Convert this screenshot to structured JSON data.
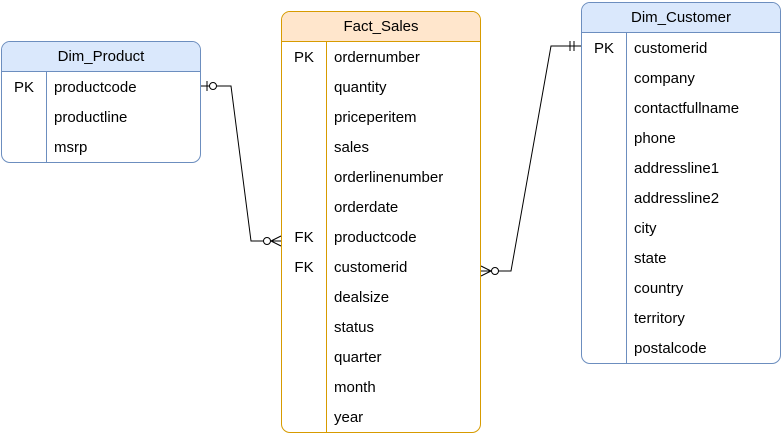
{
  "dim_product": {
    "title": "Dim_Product",
    "rows": [
      {
        "key": "PK",
        "field": "productcode"
      },
      {
        "key": "",
        "field": "productline"
      },
      {
        "key": "",
        "field": "msrp"
      }
    ]
  },
  "fact_sales": {
    "title": "Fact_Sales",
    "rows": [
      {
        "key": "PK",
        "field": "ordernumber"
      },
      {
        "key": "",
        "field": "quantity"
      },
      {
        "key": "",
        "field": "priceperitem"
      },
      {
        "key": "",
        "field": "sales"
      },
      {
        "key": "",
        "field": "orderlinenumber"
      },
      {
        "key": "",
        "field": "orderdate"
      },
      {
        "key": "FK",
        "field": "productcode"
      },
      {
        "key": "FK",
        "field": "customerid"
      },
      {
        "key": "",
        "field": "dealsize"
      },
      {
        "key": "",
        "field": "status"
      },
      {
        "key": "",
        "field": "quarter"
      },
      {
        "key": "",
        "field": "month"
      },
      {
        "key": "",
        "field": "year"
      }
    ]
  },
  "dim_customer": {
    "title": "Dim_Customer",
    "rows": [
      {
        "key": "PK",
        "field": "customerid"
      },
      {
        "key": "",
        "field": "company"
      },
      {
        "key": "",
        "field": "contactfullname"
      },
      {
        "key": "",
        "field": "phone"
      },
      {
        "key": "",
        "field": "addressline1"
      },
      {
        "key": "",
        "field": "addressline2"
      },
      {
        "key": "",
        "field": "city"
      },
      {
        "key": "",
        "field": "state"
      },
      {
        "key": "",
        "field": "country"
      },
      {
        "key": "",
        "field": "territory"
      },
      {
        "key": "",
        "field": "postalcode"
      }
    ]
  },
  "relationships": [
    {
      "from": "Dim_Product.productcode",
      "to": "Fact_Sales.productcode",
      "from_cardinality": "zero-or-one",
      "to_cardinality": "zero-or-many"
    },
    {
      "from": "Dim_Customer.customerid",
      "to": "Fact_Sales.customerid",
      "from_cardinality": "exactly-one",
      "to_cardinality": "zero-or-many"
    }
  ]
}
